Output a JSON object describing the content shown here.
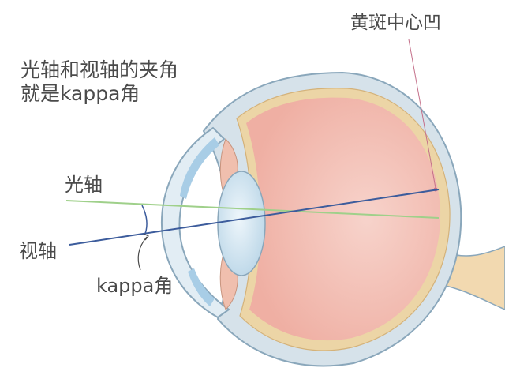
{
  "title_lines": [
    "光轴和视轴的夹角",
    "就是kappa角"
  ],
  "labels": {
    "optical_axis": "光轴",
    "visual_axis": "视轴",
    "kappa_angle": "kappa角",
    "fovea": "黄斑中心凹"
  },
  "colors": {
    "background": "#ffffff",
    "text": "#4a4a4a",
    "optical_axis": "#9fd08a",
    "visual_axis": "#3c5c9c",
    "sclera": "#d6e2ea",
    "sclera_outline": "#8aa7bb",
    "vitreous": "#f4c3ba",
    "choroid": "#ecd5a6",
    "lens": "#d8e8f2",
    "cornea_tint": "#a8cde6",
    "optic_nerve": "#f2d9b0"
  }
}
